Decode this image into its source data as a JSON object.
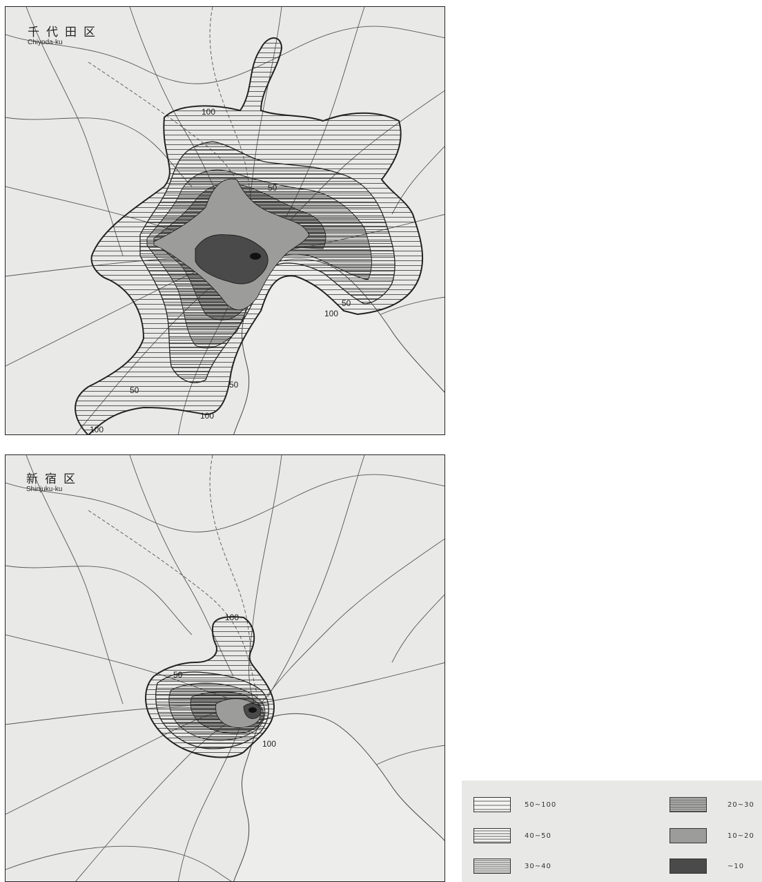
{
  "maps": [
    {
      "title": "千代田区",
      "subtitle": "Chiyoda-ku",
      "contour_labels": [
        "100",
        "50",
        "50",
        "100",
        "50",
        "50",
        "100",
        "100"
      ]
    },
    {
      "title": "新宿区",
      "subtitle": "Shinjuku-ku",
      "contour_labels": [
        "100",
        "50",
        "100"
      ]
    }
  ],
  "legend": {
    "items": [
      {
        "label": "50~100",
        "pattern": "lines-sparse"
      },
      {
        "label": "40~50",
        "pattern": "lines-medium"
      },
      {
        "label": "30~40",
        "pattern": "lines-dense"
      },
      {
        "label": "20~30",
        "pattern": "lines-very-dense"
      },
      {
        "label": "10~20",
        "pattern": "grey"
      },
      {
        "label": "~10",
        "pattern": "dark"
      }
    ]
  },
  "colors": {
    "background": "#e9e9e7",
    "line": "#222222",
    "hatch": "#333333",
    "shade_light": "#9c9c9a",
    "shade_dark": "#4a4a4a"
  }
}
